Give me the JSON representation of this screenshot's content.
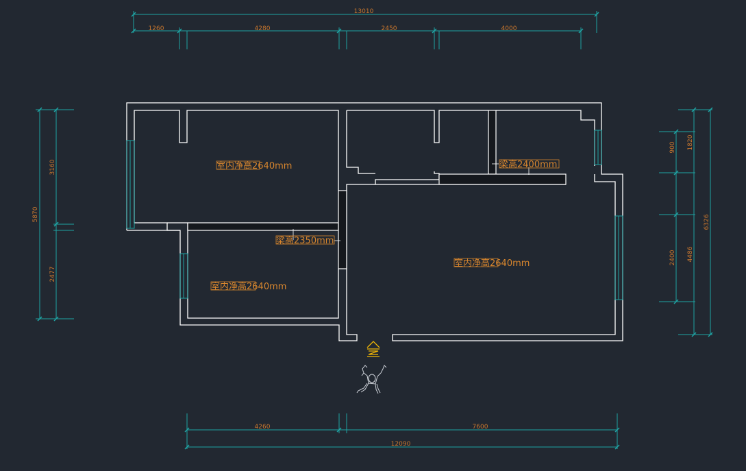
{
  "dimensions": {
    "top_overall": "13010",
    "top_segments": [
      "1260",
      "4280",
      "2450",
      "4000"
    ],
    "bottom_segments": [
      "4260",
      "7600"
    ],
    "bottom_overall": "12090",
    "left_overall": "5870",
    "left_segments": [
      "3160",
      "2477"
    ],
    "right_overall": "6326",
    "right_mid": [
      "1820",
      "4486"
    ],
    "right_inner": [
      "900",
      "2400"
    ]
  },
  "labels": {
    "room_upper_left": "室内净高2640mm",
    "room_lower_left": "室内净高2640mm",
    "room_right": "室内净高2640mm",
    "beam_left": "梁高2350mm",
    "beam_right": "梁高2400mm"
  },
  "colors": {
    "background": "#222831",
    "walls": "#ffffff",
    "dimension_lines": "#1fa3a3",
    "text": "#d8862e",
    "entrance_marker": "#f2b705"
  },
  "icons": {
    "entrance": "entrance-arrow-icon",
    "person": "person-icon"
  }
}
